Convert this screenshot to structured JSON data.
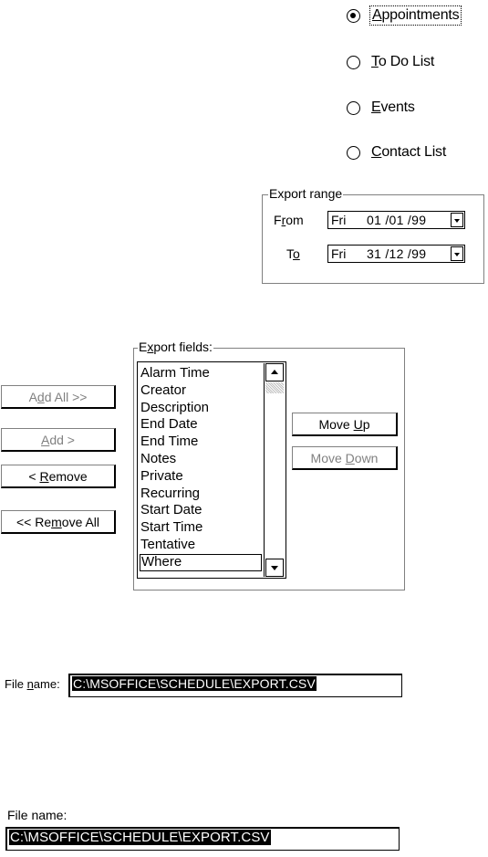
{
  "export_type": {
    "options": [
      {
        "label_first": "",
        "label_mnemonic": "A",
        "label_rest": "ppointments",
        "selected": true
      },
      {
        "label_first": "",
        "label_mnemonic": "T",
        "label_rest": "o Do List",
        "selected": false
      },
      {
        "label_first": "",
        "label_mnemonic": "E",
        "label_rest": "vents",
        "selected": false
      },
      {
        "label_first": "",
        "label_mnemonic": "C",
        "label_rest": "ontact List",
        "selected": false
      }
    ]
  },
  "export_range": {
    "legend": "Export range",
    "from": {
      "label_first": "F",
      "label_mnemonic": "r",
      "label_rest": "om",
      "dow": "Fri",
      "date": "01 /01 /99"
    },
    "to": {
      "label_first": "T",
      "label_mnemonic": "o",
      "label_rest": "",
      "dow": "Fri",
      "date": "31 /12 /99"
    }
  },
  "export_fields": {
    "legend_first": "E",
    "legend_mnemonic": "x",
    "legend_rest": "port fields:",
    "items": [
      "Alarm Time",
      "Creator",
      "Description",
      "End Date",
      "End Time",
      "Notes",
      "Private",
      "Recurring",
      "Start Date",
      "Start Time",
      "Tentative",
      "Where"
    ],
    "focused_item": "Where"
  },
  "buttons": {
    "add_all": {
      "first": "A",
      "mnemonic": "d",
      "rest": "d All >>"
    },
    "add": {
      "first": "",
      "mnemonic": "A",
      "rest": "dd >"
    },
    "remove": {
      "first": "< ",
      "mnemonic": "R",
      "rest": "emove"
    },
    "remove_all": {
      "first": "<< Re",
      "mnemonic": "m",
      "rest": "ove All"
    },
    "move_up": {
      "first": "Move ",
      "mnemonic": "U",
      "rest": "p"
    },
    "move_down": {
      "first": "Move ",
      "mnemonic": "D",
      "rest": "own"
    }
  },
  "file_name_1": {
    "label_first": "File ",
    "label_mnemonic": "n",
    "label_rest": "ame:",
    "value": "C:\\MSOFFICE\\SCHEDULE\\EXPORT.CSV"
  },
  "file_name_2": {
    "label": "File name:",
    "value": "C:\\MSOFFICE\\SCHEDULE\\EXPORT.CSV"
  }
}
